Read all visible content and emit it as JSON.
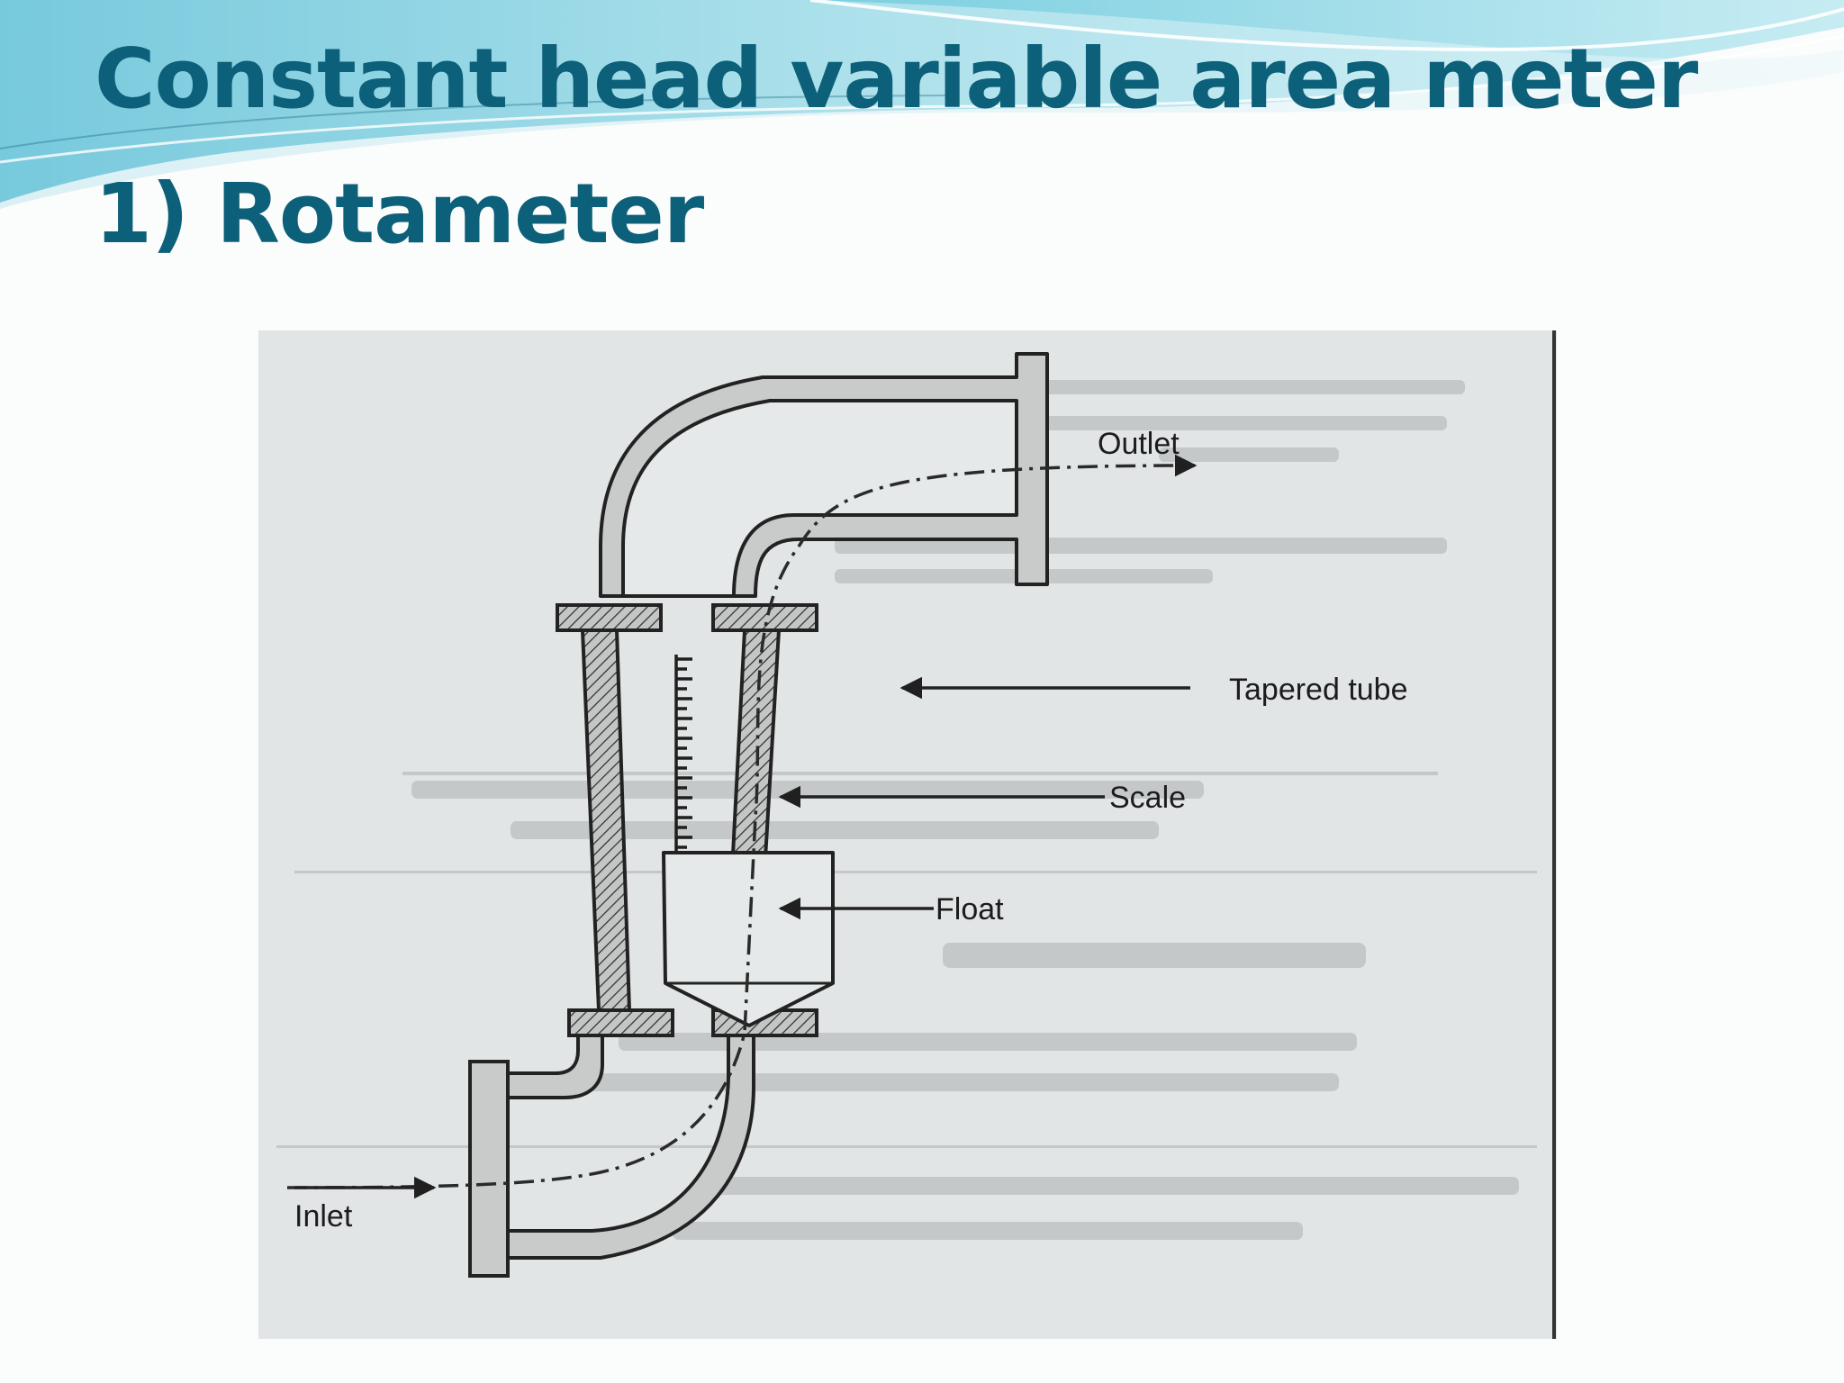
{
  "slide": {
    "title_line1": "Constant head variable area meter",
    "title_line2": "1) Rotameter"
  },
  "diagram": {
    "labels": {
      "outlet": "Outlet",
      "tapered_tube": "Tapered tube",
      "scale": "Scale",
      "float": "Float",
      "inlet": "Inlet"
    }
  },
  "colors": {
    "title": "#0d6079",
    "wave_dark": "#2fb0cc",
    "wave_light": "#a9dfe9",
    "paper": "#e8ebeb",
    "tube_fill": "#c9cbcb",
    "ink": "#262626"
  }
}
